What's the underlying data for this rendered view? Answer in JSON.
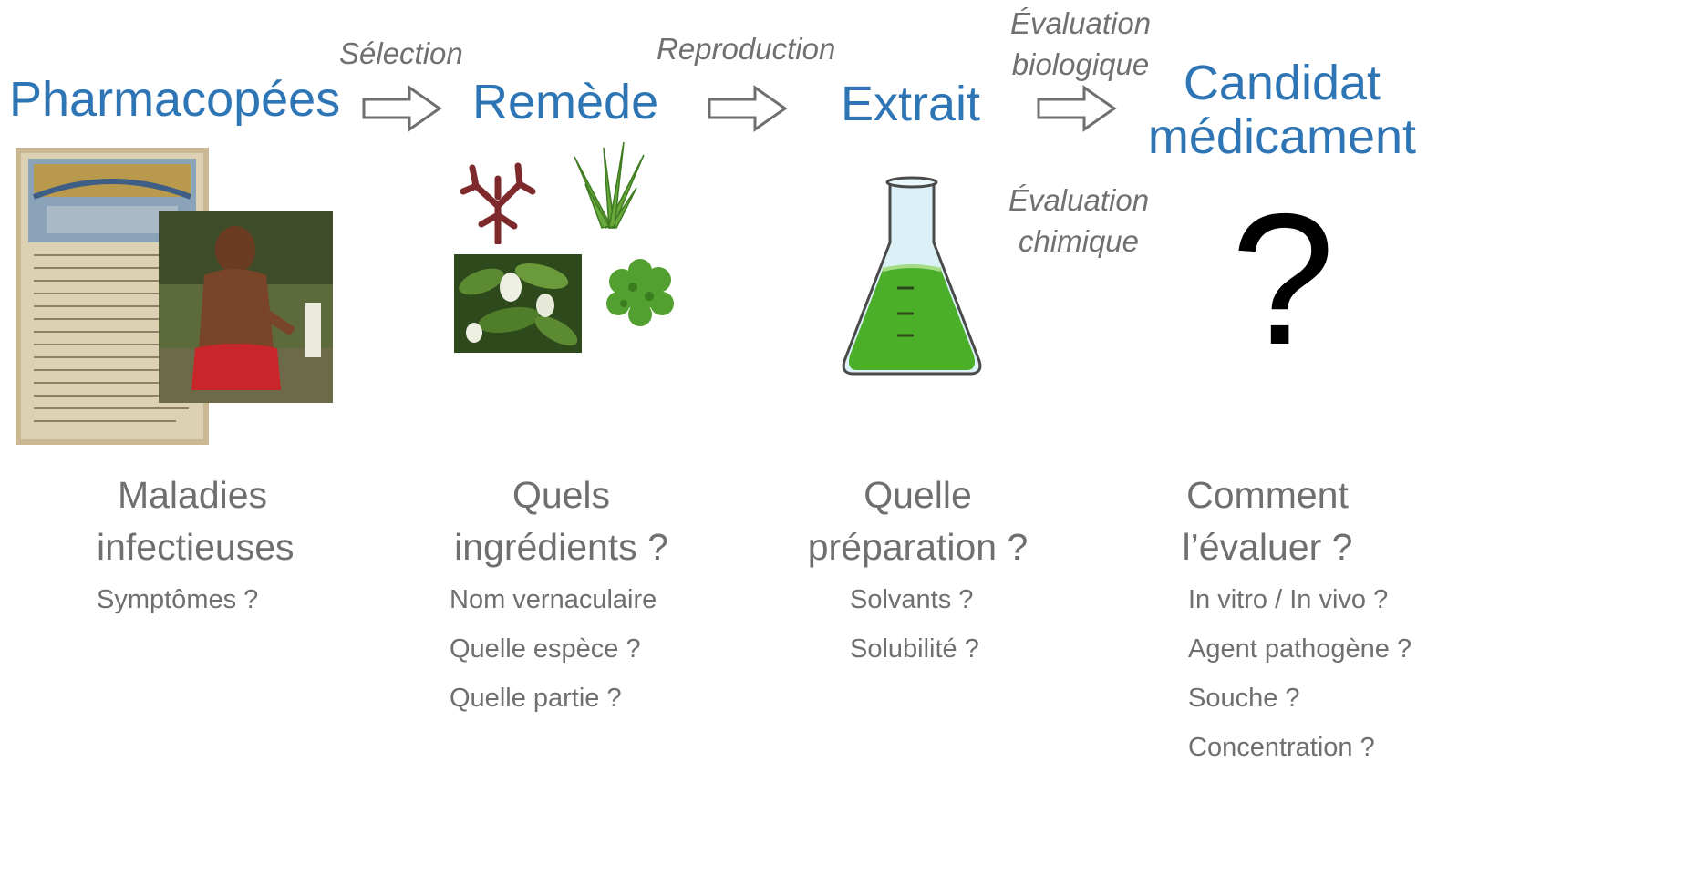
{
  "stages": {
    "pharmacopees": "Pharmacopées",
    "remede": "Remède",
    "extrait": "Extrait",
    "candidat_line1": "Candidat",
    "candidat_line2": "médicament"
  },
  "steps": {
    "selection": "Sélection",
    "reproduction": "Reproduction",
    "eval_bio_line1": "Évaluation",
    "eval_bio_line2": "biologique",
    "eval_chem_line1": "Évaluation",
    "eval_chem_line2": "chimique"
  },
  "unknown_mark": "?",
  "columns": [
    {
      "q1": "Maladies",
      "q2": "infectieuses",
      "items": [
        "Symptômes ?"
      ]
    },
    {
      "q1": "Quels",
      "q2": "ingrédients ?",
      "items": [
        "Nom vernaculaire",
        "Quelle espèce ?",
        "Quelle partie ?"
      ]
    },
    {
      "q1": "Quelle",
      "q2": "préparation ?",
      "items": [
        "Solvants ?",
        "Solubilité ?"
      ]
    },
    {
      "q1": "Comment",
      "q2": "l’évaluer ?",
      "items": [
        "In vitro / In vivo ?",
        "Agent pathogène ?",
        "Souche ?",
        "Concentration ?"
      ]
    }
  ],
  "colors": {
    "stage_title": "#2e75b6",
    "muted_text": "#6f6f6f",
    "liquid": "#4caf2a"
  },
  "icons": [
    "right-arrow-icon",
    "manuscript-image",
    "healer-photo",
    "red-seaweed-icon",
    "aloe-plant-icon",
    "leafy-branch-photo",
    "parsley-icon",
    "erlenmeyer-flask-icon"
  ]
}
